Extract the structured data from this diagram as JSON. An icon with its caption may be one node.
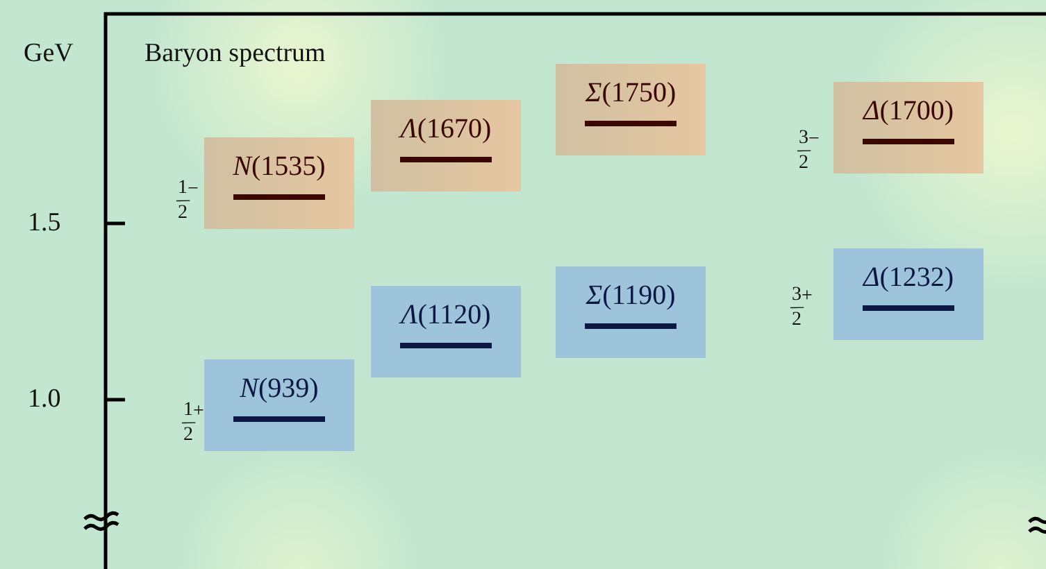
{
  "diagram": {
    "title": "Baryon spectrum",
    "nodes": [
      {
        "text": [
          "*N*(1535)"
        ],
        "beside": [
          "1/2$^{−}$"
        ]
      },
      {
        "text": [
          "*Λ*(1670)"
        ]
      },
      {
        "text": [
          "*Σ*(1750)"
        ]
      },
      {
        "text": [
          "*Δ*(1700)"
        ],
        "beside": [
          "3/2$^{−}$"
        ]
      },
      {
        "text": [
          "*N*(939)"
        ],
        "beside": [
          "1/2$^{+}$"
        ]
      },
      {
        "text": [
          "*Λ*(1120)"
        ]
      },
      {
        "text": [
          "*Σ*(1190)"
        ]
      },
      {
        "text": [
          "*Δ*(1232)"
        ],
        "beside": [
          "3/2$^{+}$"
        ]
      }
    ],
    "labels": [
      "GeV",
      "1.5",
      "1.0"
    ]
  }
}
